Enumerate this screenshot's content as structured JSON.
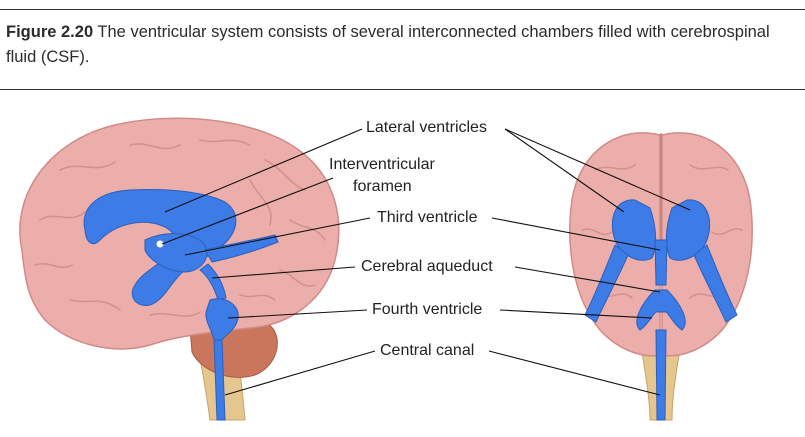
{
  "caption": {
    "figure_number": "Figure 2.20",
    "text": "The ventricular system consists of several interconnected chambers filled with cerebrospinal fluid (CSF)."
  },
  "labels": {
    "lateral_ventricles": "Lateral ventricles",
    "interventricular_foramen_line1": "Interventricular",
    "interventricular_foramen_line2": "foramen",
    "third_ventricle": "Third ventricle",
    "cerebral_aqueduct": "Cerebral aqueduct",
    "fourth_ventricle": "Fourth ventricle",
    "central_canal": "Central canal"
  },
  "colors": {
    "brain": "#ecaeaa",
    "brain_shadow": "#d98f8c",
    "ventricles": "#3d7be6",
    "cerebellum": "#c9765c",
    "brainstem": "#e6c68f",
    "leader_lines": "#111111"
  }
}
